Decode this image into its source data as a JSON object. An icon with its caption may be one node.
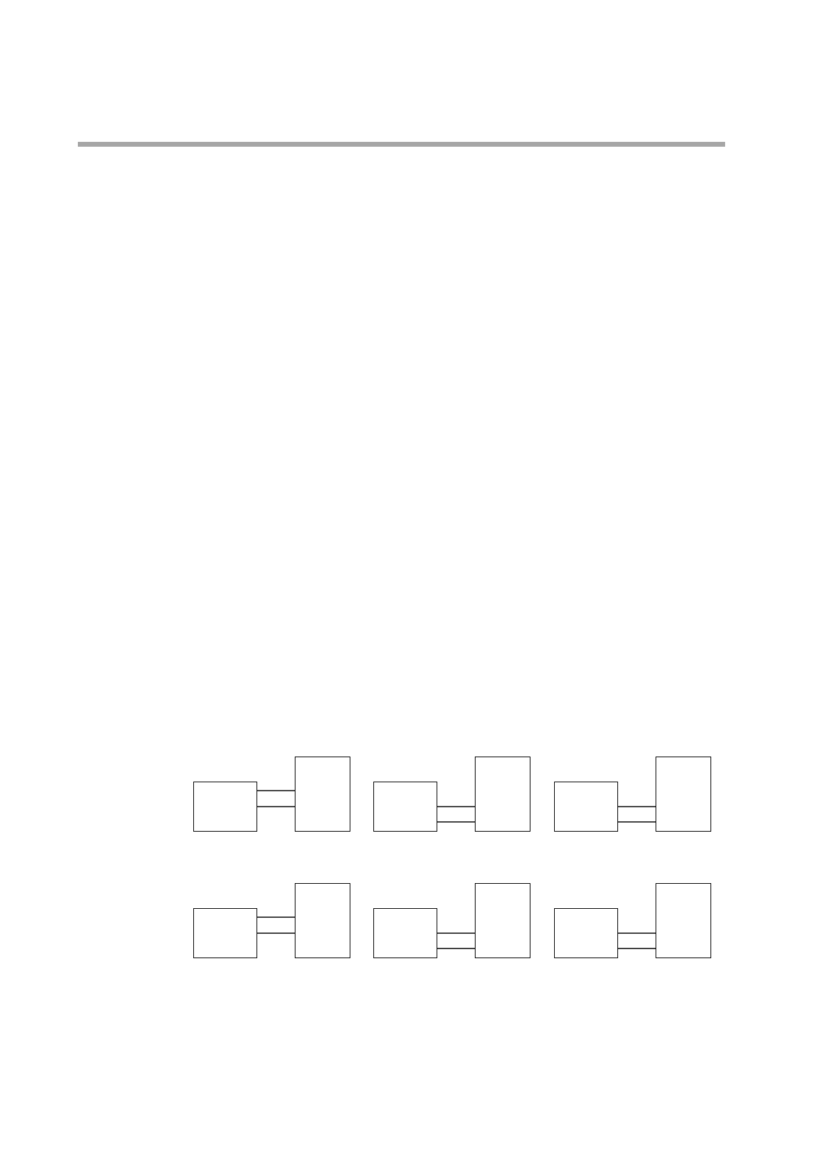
{
  "diagram": {
    "nodes": [
      {
        "text": [],
        "shape": "box"
      },
      {
        "text": [],
        "shape": "box"
      },
      {
        "text": [],
        "shape": "box"
      },
      {
        "text": [],
        "shape": "box"
      },
      {
        "text": [],
        "shape": "box"
      },
      {
        "text": [],
        "shape": "box"
      },
      {
        "text": [],
        "shape": "box"
      },
      {
        "text": [],
        "shape": "box"
      },
      {
        "text": [],
        "shape": "box"
      },
      {
        "text": [],
        "shape": "box"
      },
      {
        "text": [],
        "shape": "box"
      },
      {
        "text": [],
        "shape": "box"
      }
    ],
    "edges": [
      {
        "from": 0,
        "to": 1,
        "arrow": "none"
      },
      {
        "from": 0,
        "to": 1,
        "arrow": "none"
      },
      {
        "from": 2,
        "to": 3,
        "arrow": "none"
      },
      {
        "from": 2,
        "to": 3,
        "arrow": "none"
      },
      {
        "from": 4,
        "to": 5,
        "arrow": "none"
      },
      {
        "from": 4,
        "to": 5,
        "arrow": "none"
      },
      {
        "from": 6,
        "to": 7,
        "arrow": "none"
      },
      {
        "from": 6,
        "to": 7,
        "arrow": "none"
      },
      {
        "from": 8,
        "to": 9,
        "arrow": "none"
      },
      {
        "from": 8,
        "to": 9,
        "arrow": "none"
      },
      {
        "from": 10,
        "to": 11,
        "arrow": "none"
      },
      {
        "from": 10,
        "to": 11,
        "arrow": "none"
      }
    ]
  }
}
